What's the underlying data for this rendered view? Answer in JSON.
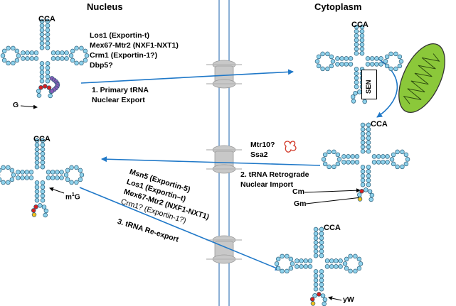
{
  "headers": {
    "nucleus": "Nucleus",
    "cytoplasm": "Cytoplasm"
  },
  "cca_label": "CCA",
  "export_factors": [
    "Los1 (Exportin-t)",
    "Mex67-Mtr2 (NXF1-NXT1)",
    "Crm1 (Exportin-1?)",
    "Dbp5?"
  ],
  "step1": [
    "1. Primary tRNA",
    "Nuclear Export"
  ],
  "import_factors": [
    "Mtr10?",
    "Ssa2"
  ],
  "step2": [
    "2. tRNA Retrograde",
    "Nuclear Import"
  ],
  "reexport_factors": [
    "Msn5 (Exportin-5)",
    "Los1 (Exportin–t)",
    "Mex67-Mtr2 (NXF1-NXT1)",
    "Crm1? (Exportin-1?)"
  ],
  "step3": "3. tRNA Re-export",
  "mod_labels": {
    "g": "G",
    "m1g_base": "m",
    "m1g_sup": "1",
    "m1g_end": "G",
    "cm": "Cm",
    "gm": "Gm",
    "yw": "yW"
  },
  "sen_label": "SEN",
  "colors": {
    "bead": "#8fd2ec",
    "bead_stroke": "#2a5d78",
    "arrow": "#1f78c8",
    "red": "#d62020",
    "purple": "#8a5ab8",
    "yellow": "#f5c21a",
    "mito": "#8bc83a",
    "pore": "#c8c8c8"
  }
}
